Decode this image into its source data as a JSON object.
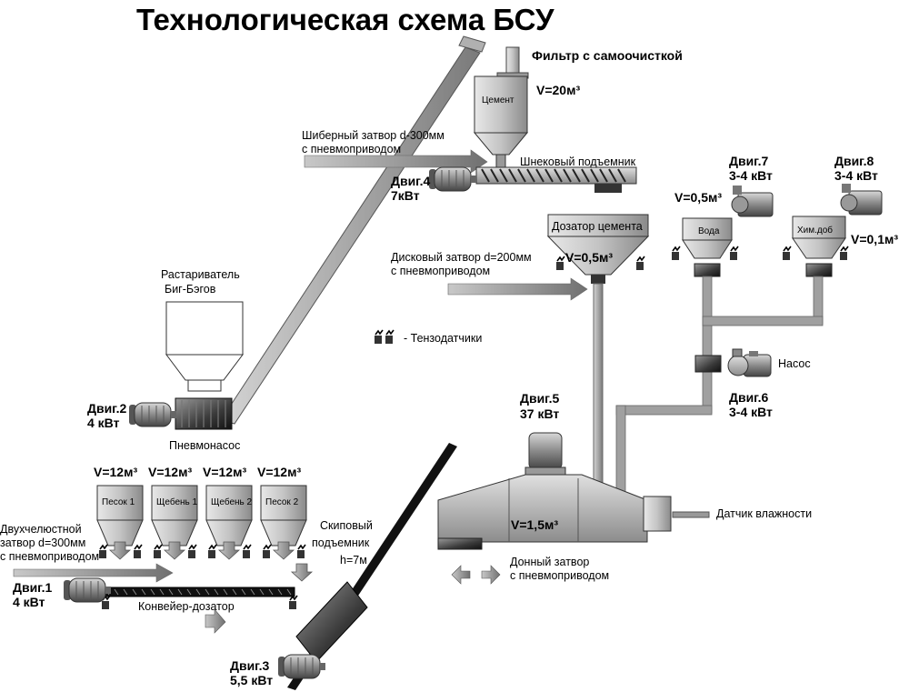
{
  "title": "Технологическая схема БСУ",
  "filter": "Фильтр с самоочисткой",
  "cement_silo": {
    "label": "Цемент",
    "volume": "V=20м³"
  },
  "gate_300": [
    "Шиберный затвор d-300мм",
    "с пневмоприводом"
  ],
  "screw": "Шнековый подъемник",
  "motor4": [
    "Двиг.4",
    "7кВт"
  ],
  "cement_doser": {
    "label": "Дозатор цемента",
    "volume": "V=0,5м³"
  },
  "disc_gate": [
    "Дисковый затвор d=200мм",
    "с пневмоприводом"
  ],
  "motor7": [
    "Двиг.7",
    "3-4 кВт"
  ],
  "motor8": [
    "Двиг.8",
    "3-4 кВт"
  ],
  "water_tank": {
    "label": "Вода",
    "volume": "V=0,5м³"
  },
  "chem_tank": {
    "label": "Хим.доб",
    "volume": "V=0,1м³"
  },
  "pump": "Насос",
  "motor6": [
    "Двиг.6",
    "3-4 кВт"
  ],
  "bigbag": [
    "Растариватель",
    "Биг-Бэгов"
  ],
  "tenzo": "- Тензодатчики",
  "motor2": [
    "Двиг.2",
    "4 кВт"
  ],
  "pneumopump": "Пневмонасос",
  "motor5": [
    "Двиг.5",
    "37 кВт"
  ],
  "mixer_volume": "V=1,5м³",
  "moisture": "Датчик влажности",
  "bottom_gate": [
    "Донный затвор",
    "с пневмоприводом"
  ],
  "bins": [
    {
      "label": "Песок 1",
      "volume": "V=12м³"
    },
    {
      "label": "Щебень 1",
      "volume": "V=12м³"
    },
    {
      "label": "Щебень 2",
      "volume": "V=12м³"
    },
    {
      "label": "Песок 2",
      "volume": "V=12м³"
    }
  ],
  "jaw_gate": [
    "Двухчелюстной",
    "затвор d=300мм",
    "с пневмоприводом"
  ],
  "skip": [
    "Скиповый",
    "подъемник",
    "h=7м"
  ],
  "conveyor": "Конвейер-дозатор",
  "motor1": [
    "Двиг.1",
    "4 кВт"
  ],
  "motor3": [
    "Двиг.3",
    "5,5 кВт"
  ]
}
